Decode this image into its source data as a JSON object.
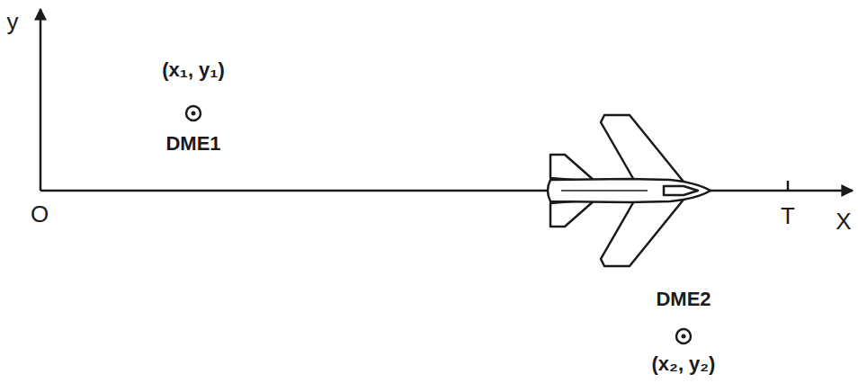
{
  "diagram": {
    "labels": [
      "y",
      "(x₁, y₁)",
      "DME1",
      "O",
      "T",
      "X",
      "DME2",
      "(x₂, y₂)"
    ]
  }
}
